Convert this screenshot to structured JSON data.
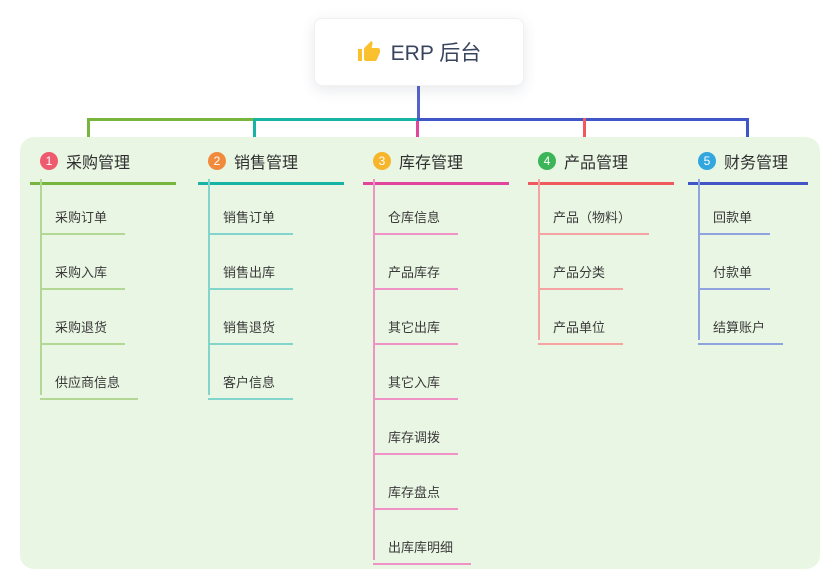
{
  "root": {
    "label": "ERP 后台",
    "icon": "thumbs-up"
  },
  "canvas": {
    "background": "#ffffff",
    "panel_background": "#eaf6e4",
    "trunk_color": "#5563cb"
  },
  "branches": [
    {
      "number": "1",
      "title": "采购管理",
      "badge_color": "#ee5a6e",
      "line_color": "#78b53c",
      "child_line_color": "#b3d794",
      "children": [
        "采购订单",
        "采购入库",
        "采购退货",
        "供应商信息"
      ]
    },
    {
      "number": "2",
      "title": "销售管理",
      "badge_color": "#f08a3c",
      "line_color": "#17b3a5",
      "child_line_color": "#82d5cc",
      "children": [
        "销售订单",
        "销售出库",
        "销售退货",
        "客户信息"
      ]
    },
    {
      "number": "3",
      "title": "库存管理",
      "badge_color": "#f6b52b",
      "line_color": "#e2469c",
      "child_line_color": "#ef92c5",
      "children": [
        "仓库信息",
        "产品库存",
        "其它出库",
        "其它入库",
        "库存调拨",
        "库存盘点",
        "出库库明细"
      ]
    },
    {
      "number": "4",
      "title": "产品管理",
      "badge_color": "#3bb558",
      "line_color": "#f05a5e",
      "child_line_color": "#f5a3a3",
      "children": [
        "产品（物料）",
        "产品分类",
        "产品单位"
      ]
    },
    {
      "number": "5",
      "title": "财务管理",
      "badge_color": "#32a6de",
      "line_color": "#4156c6",
      "child_line_color": "#8fa3de",
      "children": [
        "回款单",
        "付款单",
        "结算账户"
      ]
    }
  ]
}
